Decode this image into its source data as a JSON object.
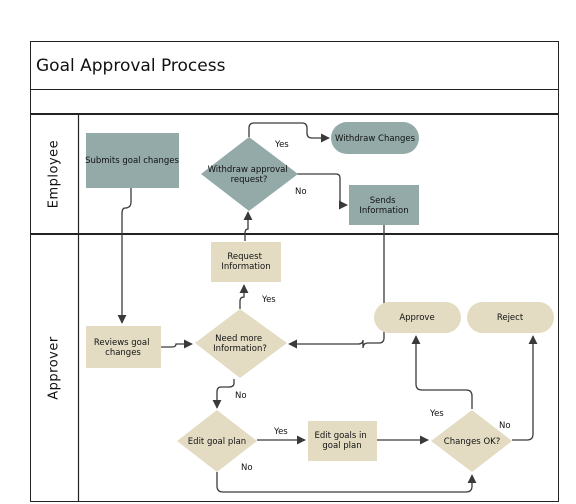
{
  "title": "Goal Approval Process",
  "lanes": [
    {
      "id": "employee",
      "label": "Employee"
    },
    {
      "id": "approver",
      "label": "Approver"
    }
  ],
  "colors": {
    "teal": "#93aaa9",
    "beige": "#e3dcc3",
    "line": "#3a3a3a",
    "border": "#222222"
  },
  "nodes": {
    "submits": {
      "shape": "process",
      "fill": "teal",
      "lines": [
        "Submits goal changes"
      ]
    },
    "withdraw_q": {
      "shape": "decision",
      "fill": "teal",
      "lines": [
        "Withdraw approval",
        "request?"
      ]
    },
    "withdraw_changes": {
      "shape": "terminal",
      "fill": "teal",
      "lines": [
        "Withdraw Changes"
      ]
    },
    "sends_info": {
      "shape": "process",
      "fill": "teal",
      "lines": [
        "Sends",
        "Information"
      ]
    },
    "request_info": {
      "shape": "process",
      "fill": "beige",
      "lines": [
        "Request",
        "Information"
      ]
    },
    "reviews": {
      "shape": "process",
      "fill": "beige",
      "lines": [
        "Reviews goal",
        "changes"
      ]
    },
    "need_more": {
      "shape": "decision",
      "fill": "beige",
      "lines": [
        "Need more",
        "Information?"
      ]
    },
    "approve": {
      "shape": "terminal",
      "fill": "beige",
      "lines": [
        "Approve"
      ]
    },
    "reject": {
      "shape": "terminal",
      "fill": "beige",
      "lines": [
        "Reject"
      ]
    },
    "edit_plan_q": {
      "shape": "decision",
      "fill": "beige",
      "lines": [
        "Edit goal plan"
      ]
    },
    "edit_goals": {
      "shape": "process",
      "fill": "beige",
      "lines": [
        "Edit goals in",
        "goal plan"
      ]
    },
    "changes_ok": {
      "shape": "decision",
      "fill": "beige",
      "lines": [
        "Changes OK?"
      ]
    }
  },
  "edges": [
    {
      "id": "submits-to-reviews",
      "label": ""
    },
    {
      "id": "withdraw-yes",
      "label": "Yes"
    },
    {
      "id": "withdraw-no",
      "label": "No"
    },
    {
      "id": "request-to-withdraw",
      "label": ""
    },
    {
      "id": "sends-to-needmore",
      "label": ""
    },
    {
      "id": "reviews-to-needmore",
      "label": ""
    },
    {
      "id": "needmore-yes",
      "label": "Yes"
    },
    {
      "id": "needmore-no",
      "label": "No"
    },
    {
      "id": "editplan-yes",
      "label": "Yes"
    },
    {
      "id": "editplan-no",
      "label": "No"
    },
    {
      "id": "editgoals-to-changesok",
      "label": ""
    },
    {
      "id": "changesok-yes",
      "label": "Yes"
    },
    {
      "id": "changesok-no",
      "label": "No"
    }
  ]
}
